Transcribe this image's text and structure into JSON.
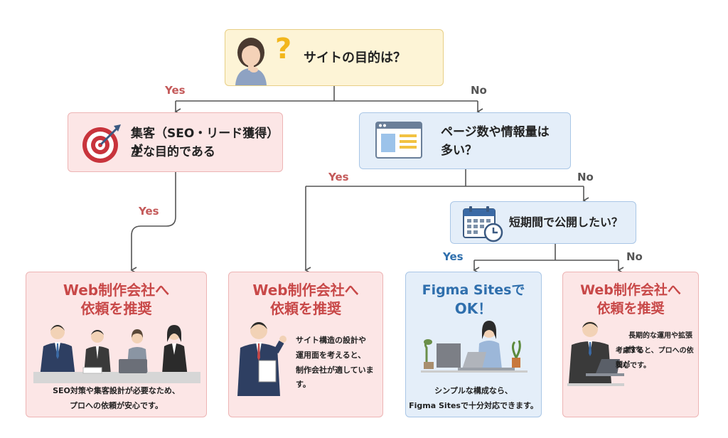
{
  "root": {
    "text": "サイトの目的は？",
    "question_mark": "?"
  },
  "q_left": {
    "line1": "集客（SEO・リード獲得）が",
    "line2": "主な目的である"
  },
  "q_right": {
    "line1": "ページ数や情報量は",
    "line2": "多い？"
  },
  "q_mid": {
    "text": "短期間で公開したい？"
  },
  "labels": {
    "yes": "Yes",
    "no": "No"
  },
  "result1": {
    "title1": "Web制作会社へ",
    "title2": "依頼を推奨",
    "desc1": "SEO対策や集客設計が必要なため、",
    "desc2": "プロへの依頼が安心です。"
  },
  "result2": {
    "title1": "Web制作会社へ",
    "title2": "依頼を推奨",
    "desc1": "サイト構造の設計や",
    "desc2": "運用面を考えると、",
    "desc3": "制作会社が適しています。"
  },
  "result3": {
    "title1": "Figma Sitesで",
    "title2": "OK！",
    "desc1": "シンプルな構成なら、",
    "desc2": "Figma Sitesで十分対応できます。"
  },
  "result4": {
    "title1": "Web制作会社へ",
    "title2": "依頼を推奨",
    "desc1": "長期的な運用や拡張性を",
    "desc2": "考慮すると、プロへの依頼が",
    "desc3": "安心です。"
  },
  "colors": {
    "accent_red": "#c84848",
    "accent_blue": "#2f6fad",
    "yellow_bg": "#fdf4d6",
    "pink_bg": "#fce6e6",
    "blue_bg": "#e4eef9"
  }
}
